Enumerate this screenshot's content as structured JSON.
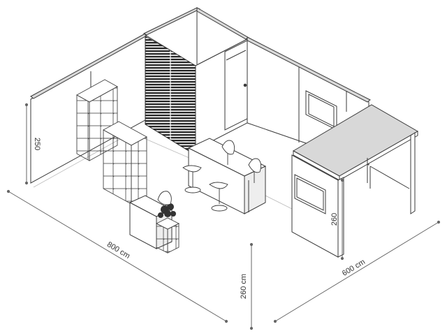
{
  "dimensions": {
    "width_label": "800 cm",
    "depth_label": "600 cm",
    "left_wall_height": "250",
    "tower_height": "260",
    "overall_height_label": "260 cm"
  },
  "colors": {
    "line": "#3a3a3a",
    "wall_top": "#d8d8d8",
    "slat": "#2a2a2a",
    "dim_line": "#666666"
  }
}
